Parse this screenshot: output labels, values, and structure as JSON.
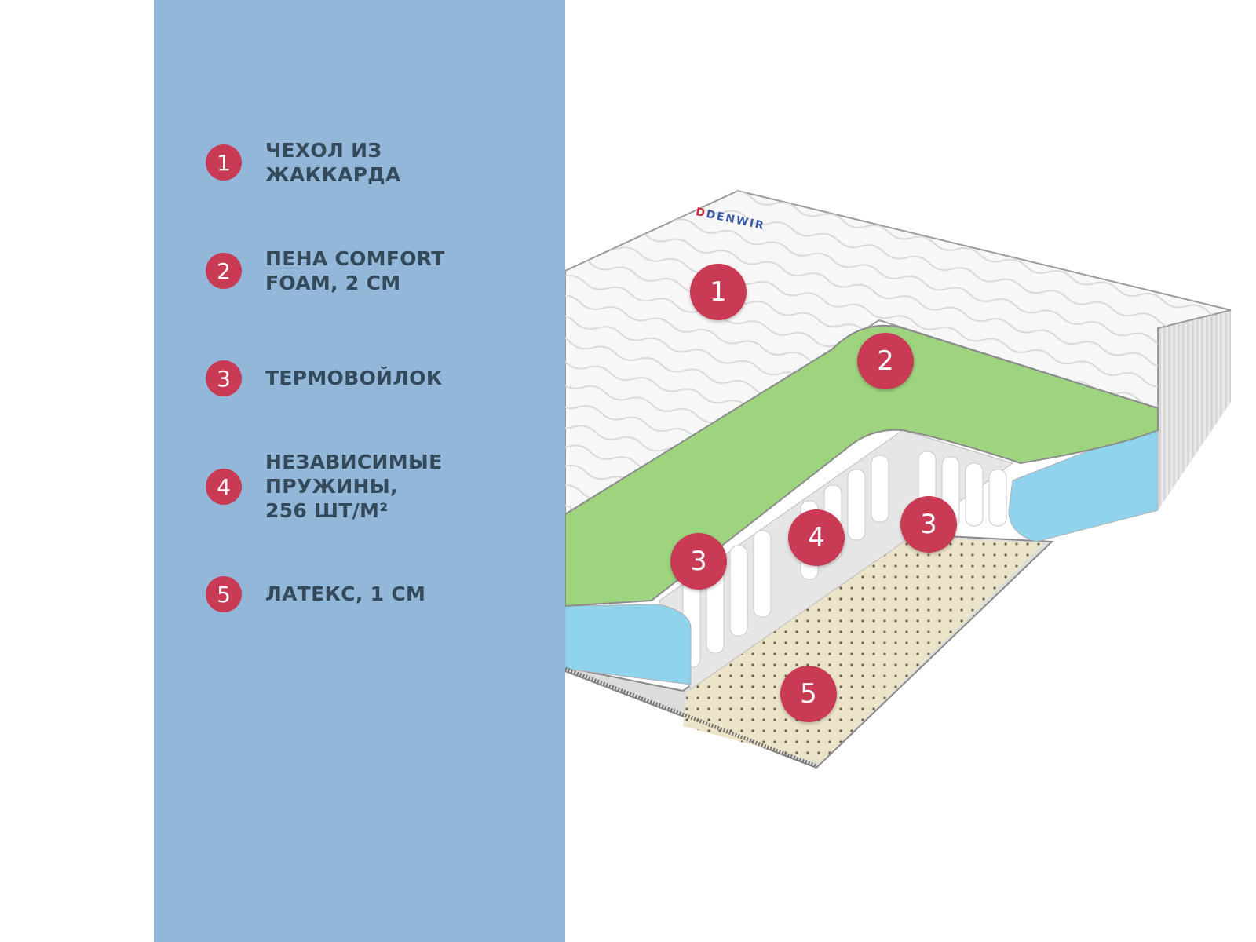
{
  "brand": "DENWIR",
  "legend": [
    {
      "number": "1",
      "text": "ЧЕХОЛ ИЗ\nЖАККАРДА"
    },
    {
      "number": "2",
      "text": "ПЕНА COMFORT\nFOAM, 2 CM"
    },
    {
      "number": "3",
      "text": "ТЕРМОВОЙЛОК"
    },
    {
      "number": "4",
      "text": "НЕЗАВИСИМЫЕ\nПРУЖИНЫ,\n256 ШТ/М²"
    },
    {
      "number": "5",
      "text": "ЛАТЕКС, 1 СМ"
    }
  ],
  "markers": [
    "1",
    "2",
    "3",
    "4",
    "3",
    "5"
  ],
  "colors": {
    "panel": "#93b7d9",
    "badge": "#c93a55",
    "text": "#34495a",
    "foam": "#9ed47e",
    "side_foam": "#8fd3ec",
    "latex": "#ece4c8"
  }
}
